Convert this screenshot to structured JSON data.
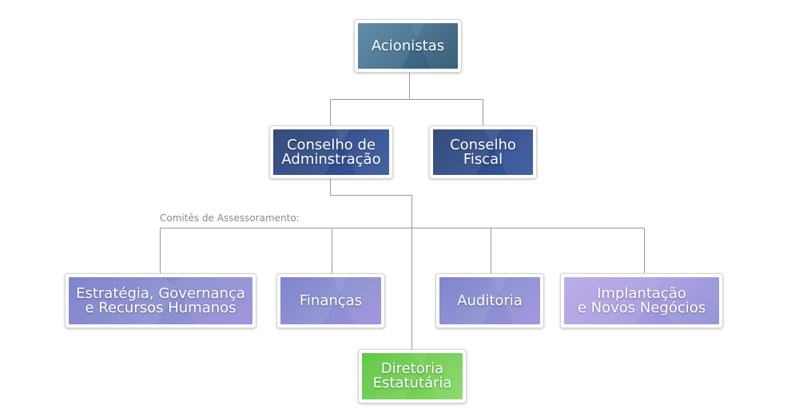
{
  "diagram": {
    "colors": {
      "connector": "#9a9a9a",
      "teal": "#3d6a87",
      "navy": "#2d4a8a",
      "committee": "#8a8fd2",
      "committee_light": "#a79adf",
      "green": "#6fcf4f"
    },
    "nodes": {
      "acionistas": {
        "label": "Acionistas",
        "color": "#3f6b89"
      },
      "conselho_admin": {
        "label": "Conselho de\nAdminstração",
        "color": "#2e4b8c"
      },
      "conselho_fiscal": {
        "label": "Conselho\nFiscal",
        "color": "#2e4b8c"
      },
      "estrategia": {
        "label": "Estratégia, Governança\ne Recursos Humanos",
        "color": "#8b8fd1"
      },
      "financas": {
        "label": "Finanças",
        "color": "#8b8fd1"
      },
      "auditoria": {
        "label": "Auditoria",
        "color": "#8b8fd1"
      },
      "implantacao": {
        "label": "Implantação\ne Novos Negócios",
        "color": "#a79bdf"
      },
      "diretoria": {
        "label": "Diretoria\nEstatutária",
        "color": "#71cf52"
      }
    },
    "committee_caption": "Comitês de Assessoramento:"
  }
}
